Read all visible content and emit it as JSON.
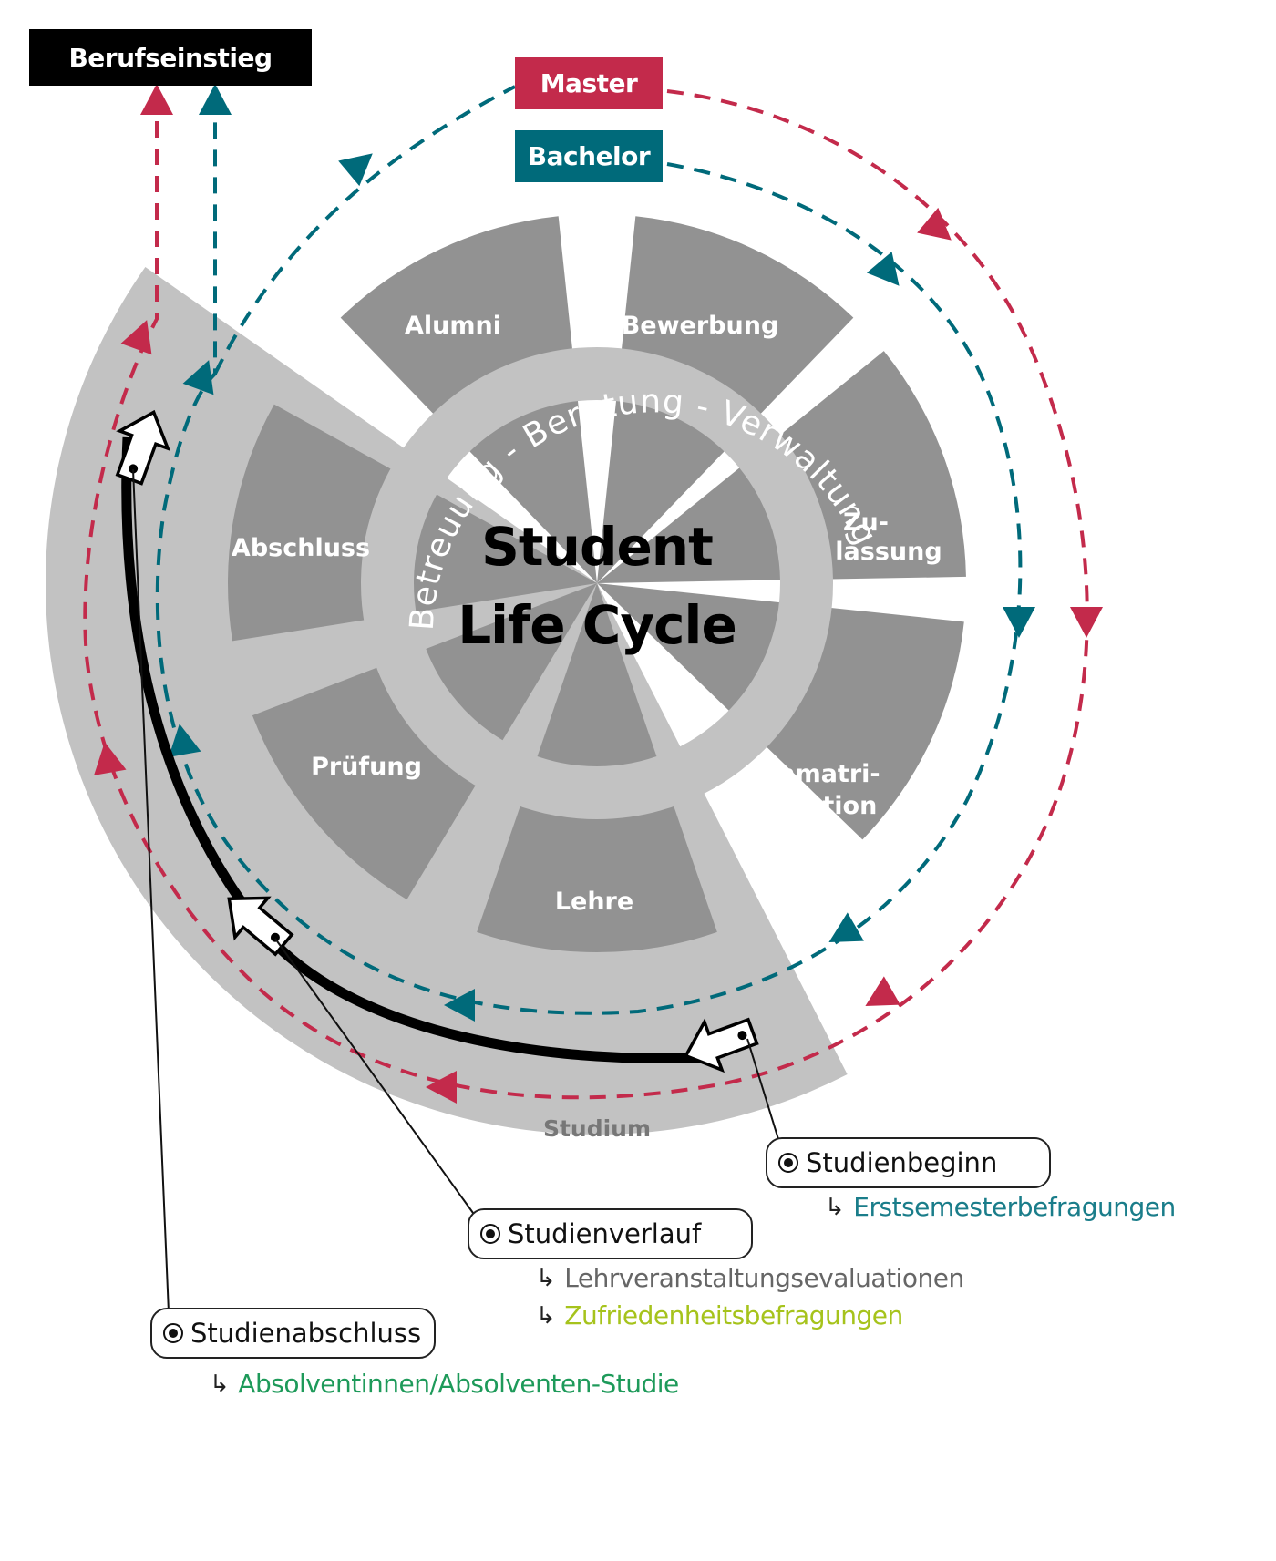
{
  "colors": {
    "master": "#c32a4b",
    "bachelor": "#006a7a",
    "sector": "#929292",
    "band": "#c2c2c2",
    "career": "#000000",
    "survey_teal": "#1a7d8a",
    "survey_gray": "#666666",
    "survey_lime": "#a6c31c",
    "survey_green": "#1e9a5a"
  },
  "destinations": {
    "career": "Berufseinstieg",
    "master": "Master",
    "bachelor": "Bachelor"
  },
  "center": {
    "title_line1": "Student",
    "title_line2": "Life Cycle"
  },
  "ring_text": "Betreuung  -  Beratung  -  Verwaltung",
  "sectors": [
    {
      "name": "bewerbung",
      "lines": [
        "Bewerbung"
      ]
    },
    {
      "name": "zulassung",
      "lines": [
        "Zu-",
        "lassung"
      ]
    },
    {
      "name": "immatrikulation",
      "lines": [
        "Immatri-",
        "kulation"
      ]
    },
    {
      "name": "lehre",
      "lines": [
        "Lehre"
      ]
    },
    {
      "name": "pruefung",
      "lines": [
        "Prüfung"
      ]
    },
    {
      "name": "abschluss",
      "lines": [
        "Abschluss"
      ]
    },
    {
      "name": "alumni",
      "lines": [
        "Alumni"
      ]
    }
  ],
  "studium_label": "Studium",
  "stages": [
    {
      "name": "studienbeginn",
      "label": "Studienbeginn",
      "surveys": [
        {
          "text": "Erstsemesterbefragungen",
          "color": "#1a7d8a"
        }
      ]
    },
    {
      "name": "studienverlauf",
      "label": "Studienverlauf",
      "surveys": [
        {
          "text": "Lehrveranstaltungsevaluationen",
          "color": "#666666"
        },
        {
          "text": "Zufriedenheitsbefragungen",
          "color": "#a6c31c"
        }
      ]
    },
    {
      "name": "studienabschluss",
      "label": "Studienabschluss",
      "surveys": [
        {
          "text": "Absolventinnen/Absolventen-Studie",
          "color": "#1e9a5a"
        }
      ]
    }
  ],
  "survey_arrow_glyph": "↳"
}
